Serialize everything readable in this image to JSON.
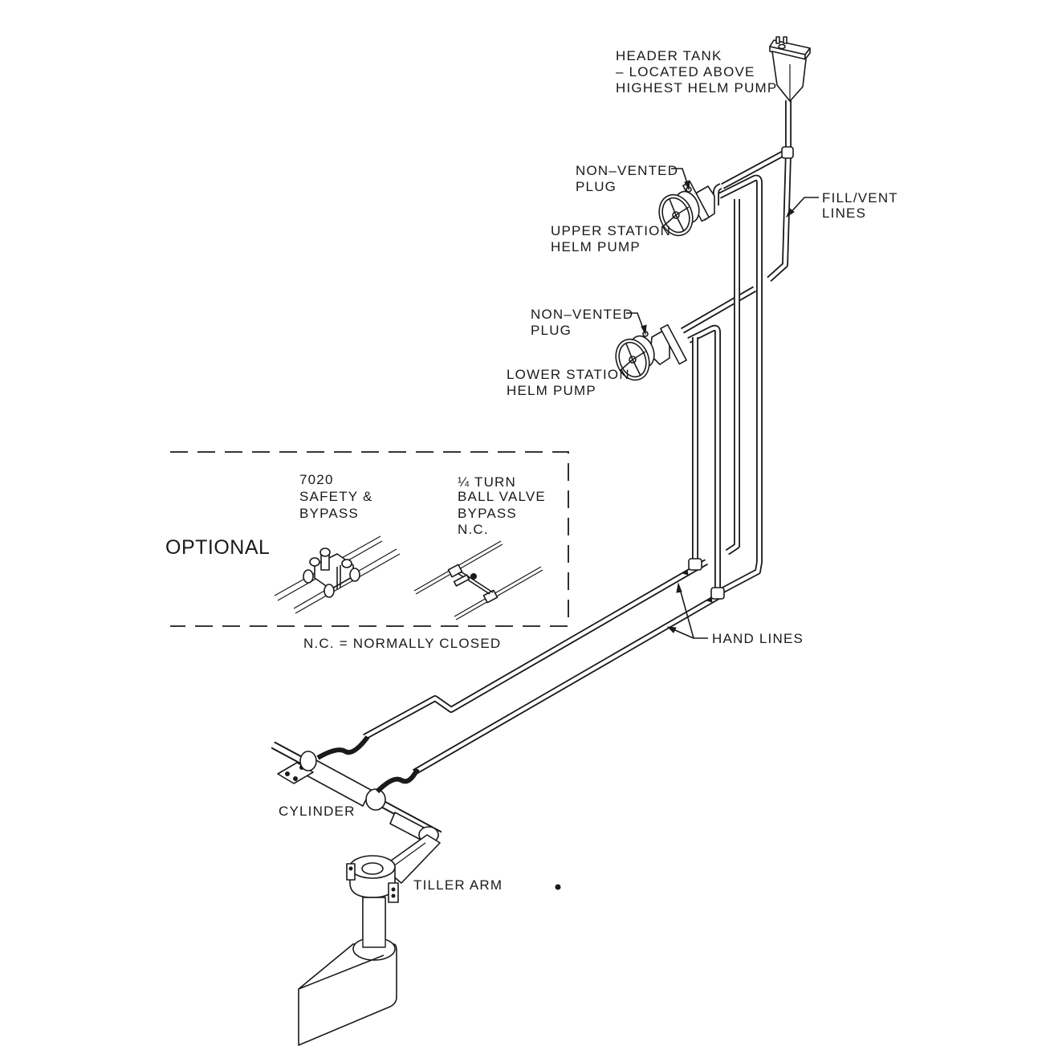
{
  "diagram": {
    "title": "Hydraulic steering system layout - dual station",
    "labels": {
      "header_tank": [
        "HEADER TANK",
        "– LOCATED ABOVE",
        "HIGHEST HELM PUMP"
      ],
      "upper_plug": [
        "NON–VENTED",
        "PLUG"
      ],
      "upper_pump": [
        "UPPER STATION",
        "HELM PUMP"
      ],
      "fill_vent": [
        "FILL/VENT",
        "LINES"
      ],
      "lower_plug": [
        "NON–VENTED",
        "PLUG"
      ],
      "lower_pump": [
        "LOWER STATION",
        "HELM PUMP"
      ],
      "hand_lines": "HAND LINES",
      "cylinder": "CYLINDER",
      "tiller_arm": "TILLER ARM"
    },
    "optional_box": {
      "title": "OPTIONAL",
      "safety_bypass": [
        "7020",
        "SAFETY &",
        "BYPASS"
      ],
      "ball_valve": [
        "¼ TURN",
        "BALL VALVE",
        "BYPASS",
        "N.C."
      ],
      "footnote": "N.C. = NORMALLY CLOSED"
    },
    "components": [
      {
        "id": "header-tank",
        "name": "Header Tank"
      },
      {
        "id": "upper-helm-pump",
        "name": "Upper Station Helm Pump"
      },
      {
        "id": "lower-helm-pump",
        "name": "Lower Station Helm Pump"
      },
      {
        "id": "fill-vent-lines",
        "name": "Fill/Vent Lines"
      },
      {
        "id": "hand-lines",
        "name": "Hand Lines"
      },
      {
        "id": "cylinder",
        "name": "Cylinder"
      },
      {
        "id": "tiller-arm",
        "name": "Tiller Arm"
      },
      {
        "id": "rudder",
        "name": "Rudder"
      }
    ],
    "colors": {
      "ink": "#1a1a1a",
      "paper": "#ffffff"
    }
  }
}
